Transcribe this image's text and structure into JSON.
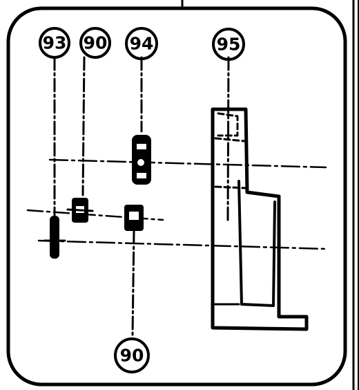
{
  "callouts": [
    {
      "id": "callout-93",
      "label": "93"
    },
    {
      "id": "callout-90-top",
      "label": "90"
    },
    {
      "id": "callout-94",
      "label": "94"
    },
    {
      "id": "callout-95",
      "label": "95"
    },
    {
      "id": "callout-90-bottom",
      "label": "90"
    }
  ],
  "colors": {
    "ink": "#000000",
    "paper": "#ffffff"
  }
}
